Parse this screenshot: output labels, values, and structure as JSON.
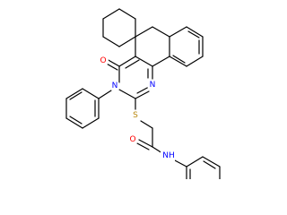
{
  "colors": {
    "background": "#ffffff",
    "bond": "#000000",
    "oxygen": "#ff0000",
    "nitrogen": "#0000ff",
    "sulfur": "#b8860b",
    "hydrogen_on_n": "#0000ff"
  },
  "atoms": {
    "o_ring": "O",
    "n3": "N",
    "n1": "N",
    "s": "S",
    "o_amide": "O",
    "n_amide": "NH"
  }
}
